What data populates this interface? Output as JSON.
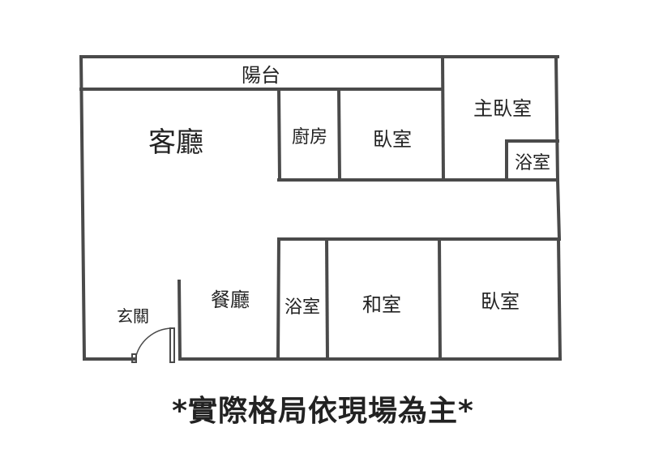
{
  "rooms": {
    "balcony": "陽台",
    "living_room": "客廳",
    "kitchen": "廚房",
    "bedroom_upper": "臥室",
    "master_bedroom": "主臥室",
    "bathroom_master": "浴室",
    "entrance": "玄關",
    "dining_room": "餐廳",
    "bathroom_lower": "浴室",
    "japanese_room": "和室",
    "bedroom_lower": "臥室"
  },
  "note": "*實際格局依現場為主*",
  "colors": {
    "wall": "#4a4a4a",
    "text": "#222222",
    "background": "#ffffff"
  }
}
